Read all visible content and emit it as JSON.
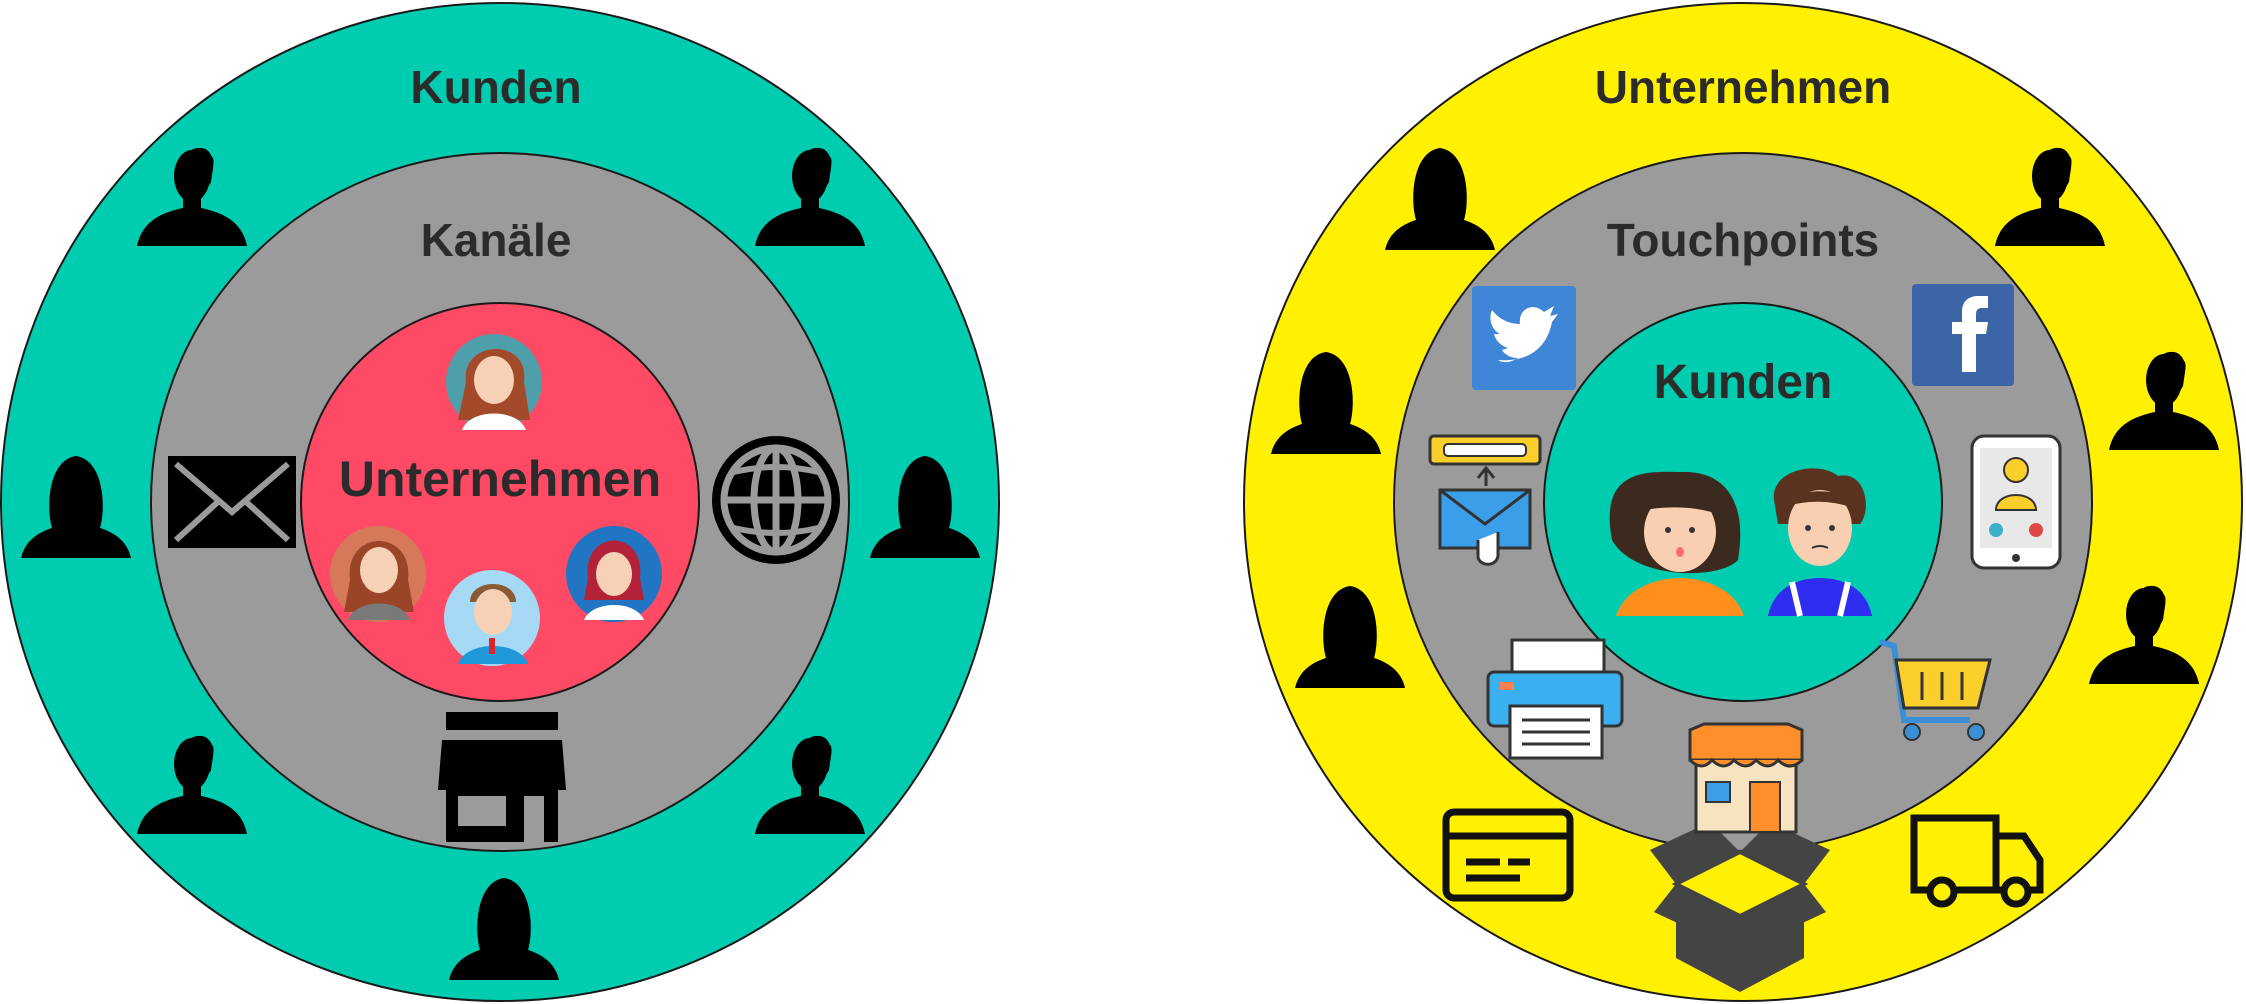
{
  "left_diagram": {
    "outer_label": "Kunden",
    "middle_label": "Kanäle",
    "inner_label": "Unternehmen",
    "colors": {
      "outer": "#00cdb0",
      "middle": "#9b9b9b",
      "inner": "#ff4a66"
    },
    "outer_icons": [
      "person-male-icon",
      "person-male-icon",
      "person-female-icon",
      "person-female-icon",
      "person-male-icon",
      "person-male-icon",
      "person-female-icon"
    ],
    "channel_icons": [
      "envelope-icon",
      "globe-icon",
      "storefront-icon"
    ],
    "inner_icons": [
      "woman-avatar-icon",
      "woman-avatar-icon",
      "man-avatar-icon",
      "woman-avatar-icon"
    ]
  },
  "right_diagram": {
    "outer_label": "Unternehmen",
    "middle_label": "Touchpoints",
    "inner_label": "Kunden",
    "colors": {
      "outer": "#fff100",
      "middle": "#9b9b9b",
      "inner": "#00cdb0"
    },
    "outer_icons": [
      "person-female-icon",
      "person-male-icon",
      "person-female-icon",
      "person-male-icon",
      "person-female-icon",
      "person-male-icon",
      "credit-card-icon",
      "open-box-icon",
      "delivery-truck-icon"
    ],
    "touchpoint_icons": [
      "twitter-icon",
      "facebook-icon",
      "email-newsletter-icon",
      "phone-contact-icon",
      "printer-icon",
      "shopping-cart-icon",
      "shop-icon"
    ],
    "inner_icons": [
      "woman-customer-icon",
      "man-customer-icon"
    ]
  }
}
